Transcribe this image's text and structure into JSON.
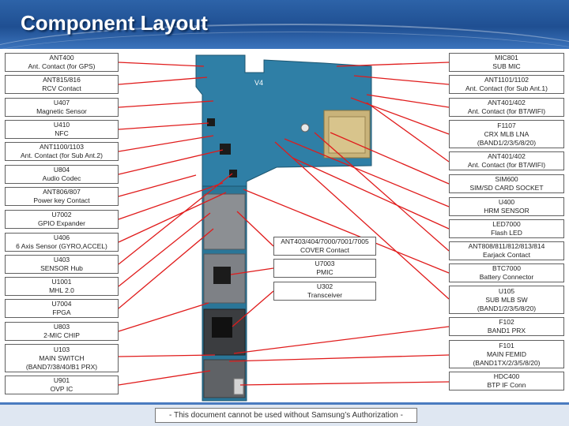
{
  "title": "Component Layout",
  "footer": "- This document cannot be used without Samsung’s Authorization -",
  "left_labels": [
    {
      "l1": "ANT400",
      "l2": "Ant. Contact (for GPS)"
    },
    {
      "l1": "ANT815/816",
      "l2": "RCV Contact"
    },
    {
      "l1": "U407",
      "l2": "Magnetic Sensor"
    },
    {
      "l1": "U410",
      "l2": "NFC"
    },
    {
      "l1": "ANT1100/1103",
      "l2": "Ant. Contact (for Sub Ant.2)"
    },
    {
      "l1": "U804",
      "l2": "Audio Codec"
    },
    {
      "l1": "ANT806/807",
      "l2": "Power key Contact"
    },
    {
      "l1": "U7002",
      "l2": "GPIO Expander"
    },
    {
      "l1": "U406",
      "l2": "6 Axis Sensor (GYRO,ACCEL)"
    },
    {
      "l1": "U403",
      "l2": "SENSOR Hub"
    },
    {
      "l1": "U1001",
      "l2": "MHL 2.0"
    },
    {
      "l1": "U7004",
      "l2": "FPGA"
    },
    {
      "l1": "U803",
      "l2": "2-MIC CHIP"
    },
    {
      "l1": "U103",
      "l2": "MAIN SWITCH",
      "l3": "(BAND7/38/40/B1 PRX)"
    },
    {
      "l1": "U901",
      "l2": "OVP IC"
    }
  ],
  "right_labels": [
    {
      "l1": "MIC801",
      "l2": "SUB MIC"
    },
    {
      "l1": "ANT1101/1102",
      "l2": "Ant. Contact (for Sub Ant.1)"
    },
    {
      "l1": "ANT401/402",
      "l2": "Ant. Contact (for BT/WIFI)"
    },
    {
      "l1": "F1107",
      "l2": "CRX MLB LNA",
      "l3": "(BAND1/2/3/5/8/20)"
    },
    {
      "l1": "ANT401/402",
      "l2": "Ant. Contact (for BT/WIFI)"
    },
    {
      "l1": "SIM600",
      "l2": "SIM/SD CARD SOCKET"
    },
    {
      "l1": "U400",
      "l2": "HRM SENSOR"
    },
    {
      "l1": "LED7000",
      "l2": "Flash LED"
    },
    {
      "l1": "ANT808/811/812/813/814",
      "l2": "Earjack Contact"
    },
    {
      "l1": "BTC7000",
      "l2": "Battery Connector"
    },
    {
      "l1": "U105",
      "l2": "SUB MLB SW",
      "l3": "(BAND1/2/3/5/8/20)"
    },
    {
      "l1": "F102",
      "l2": "BAND1 PRX"
    },
    {
      "l1": "F101",
      "l2": "MAIN FEMID",
      "l3": "(BAND1TX/2/3/5/8/20)"
    },
    {
      "l1": "HDC400",
      "l2": "BTP IF Conn"
    }
  ],
  "center_labels": [
    {
      "l1": "ANT403/404/7000/7001/7005",
      "l2": "COVER Contact"
    },
    {
      "l1": "U7003",
      "l2": "PMIC"
    },
    {
      "l1": "U302",
      "l2": "Transceiver"
    }
  ],
  "board_marking": "V4",
  "colors": {
    "header": "#2d63a8",
    "pcb": "#2f7fa6",
    "pointer": "#e01b1b"
  }
}
